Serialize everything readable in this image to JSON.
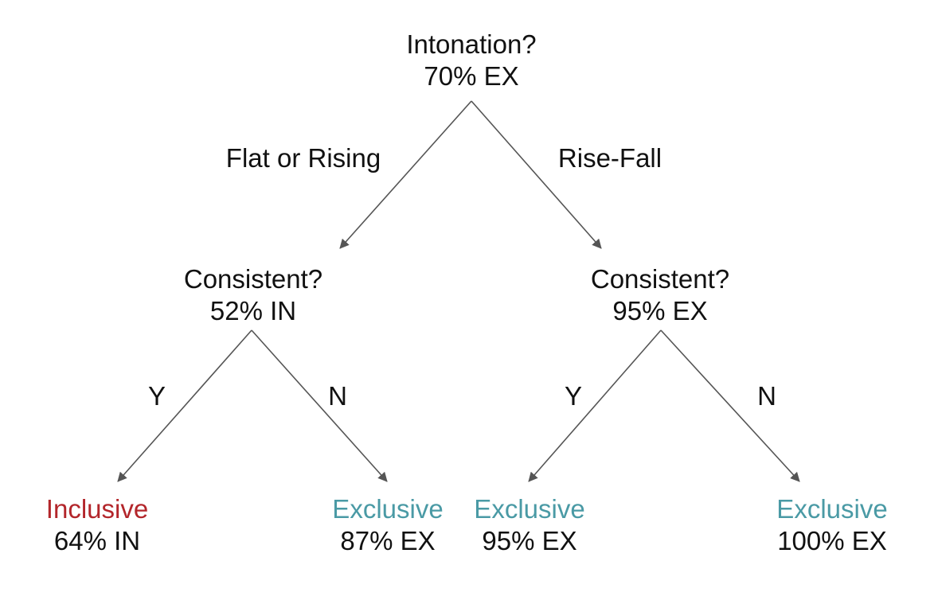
{
  "colors": {
    "edge": "#555555",
    "text": "#111111",
    "inclusive": "#b3262b",
    "exclusive": "#4a9aa5"
  },
  "nodes": {
    "root": {
      "question": "Intonation?",
      "stat": "70% EX"
    },
    "left": {
      "question": "Consistent?",
      "stat": "52% IN"
    },
    "right": {
      "question": "Consistent?",
      "stat": "95% EX"
    },
    "leaf_ll": {
      "class": "Inclusive",
      "stat": "64% IN"
    },
    "leaf_lr": {
      "class": "Exclusive",
      "stat": "87% EX"
    },
    "leaf_rl": {
      "class": "Exclusive",
      "stat": "95% EX"
    },
    "leaf_rr": {
      "class": "Exclusive",
      "stat": "100% EX"
    }
  },
  "edges": {
    "root_left": "Flat or Rising",
    "root_right": "Rise-Fall",
    "left_yes": "Y",
    "left_no": "N",
    "right_yes": "Y",
    "right_no": "N"
  }
}
